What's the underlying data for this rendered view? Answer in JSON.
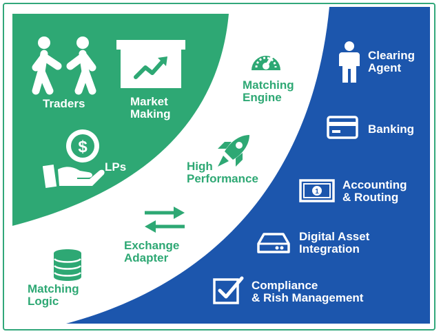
{
  "colors": {
    "green": "#2ea874",
    "blue": "#1c56ad",
    "white": "#ffffff",
    "border": "#31a77a"
  },
  "green_zone": {
    "traders": {
      "icon": "people-walking-icon",
      "label": "Traders"
    },
    "market_making": {
      "icon": "trend-chart-icon",
      "label_line1": "Market",
      "label_line2": "Making"
    },
    "lps": {
      "icon": "hand-dollar-coin-icon",
      "label": "LPs"
    }
  },
  "white_zone": {
    "matching_engine": {
      "icon": "gauge-icon",
      "label_line1": "Matching",
      "label_line2": "Engine"
    },
    "high_performance": {
      "icon": "rocket-icon",
      "label_line1": "High",
      "label_line2": "Performance"
    },
    "exchange_adapter": {
      "icon": "exchange-arrows-icon",
      "label_line1": "Exchange",
      "label_line2": "Adapter"
    },
    "matching_logic": {
      "icon": "database-icon",
      "label_line1": "Matching",
      "label_line2": "Logic"
    }
  },
  "blue_zone": {
    "clearing_agent": {
      "icon": "person-icon",
      "label_line1": "Clearing",
      "label_line2": "Agent"
    },
    "banking": {
      "icon": "credit-card-icon",
      "label": "Banking"
    },
    "accounting_routing": {
      "icon": "banknote-icon",
      "label_line1": "Accounting",
      "label_line2": "& Routing"
    },
    "digital_asset_integration": {
      "icon": "server-drive-icon",
      "label_line1": "Digital Asset",
      "label_line2": "Integration"
    },
    "compliance": {
      "icon": "checkbox-icon",
      "label_line1": "Compliance",
      "label_line2": "& Rish Management"
    }
  }
}
